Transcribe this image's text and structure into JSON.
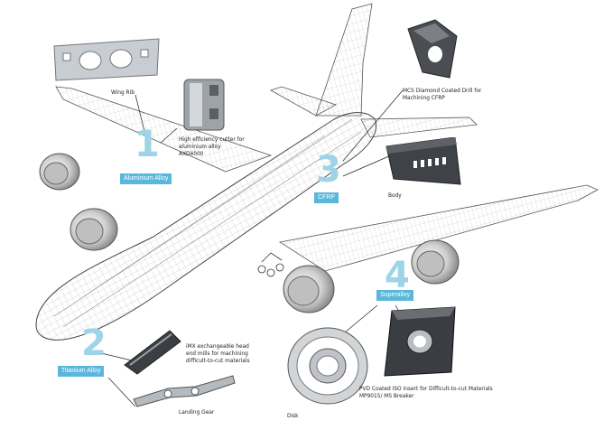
{
  "sections": [
    {
      "number": "1",
      "material": "Aluminium Alloy"
    },
    {
      "number": "2",
      "material": "Titanium Alloy"
    },
    {
      "number": "3",
      "material": "CFRP"
    },
    {
      "number": "4",
      "material": "Superalloy"
    }
  ],
  "parts": {
    "wing_rib": "Wing Rib",
    "cutter_line1": "High efficiency cutter for",
    "cutter_line2": "aluminium alloy",
    "cutter_line3": "AXD4000",
    "drill_line1": "MCS Diamond Coated Drill for",
    "drill_line2": "Machining CFRP",
    "body": "Body",
    "endmill_line1": "iMX exchangeable head",
    "endmill_line2": "end mills for machining",
    "endmill_line3": "difficult-to-cut materials",
    "landing_gear": "Landing Gear",
    "insert_line1": "PVD Coated ISO Insert for Difficult-to-cut Materials",
    "insert_line2": "MP9015/ MS Breaker",
    "disk": "Disk"
  },
  "colors": {
    "accent": "#5ab7dc",
    "number": "#9fd3e8",
    "wireframe": "#444444"
  }
}
